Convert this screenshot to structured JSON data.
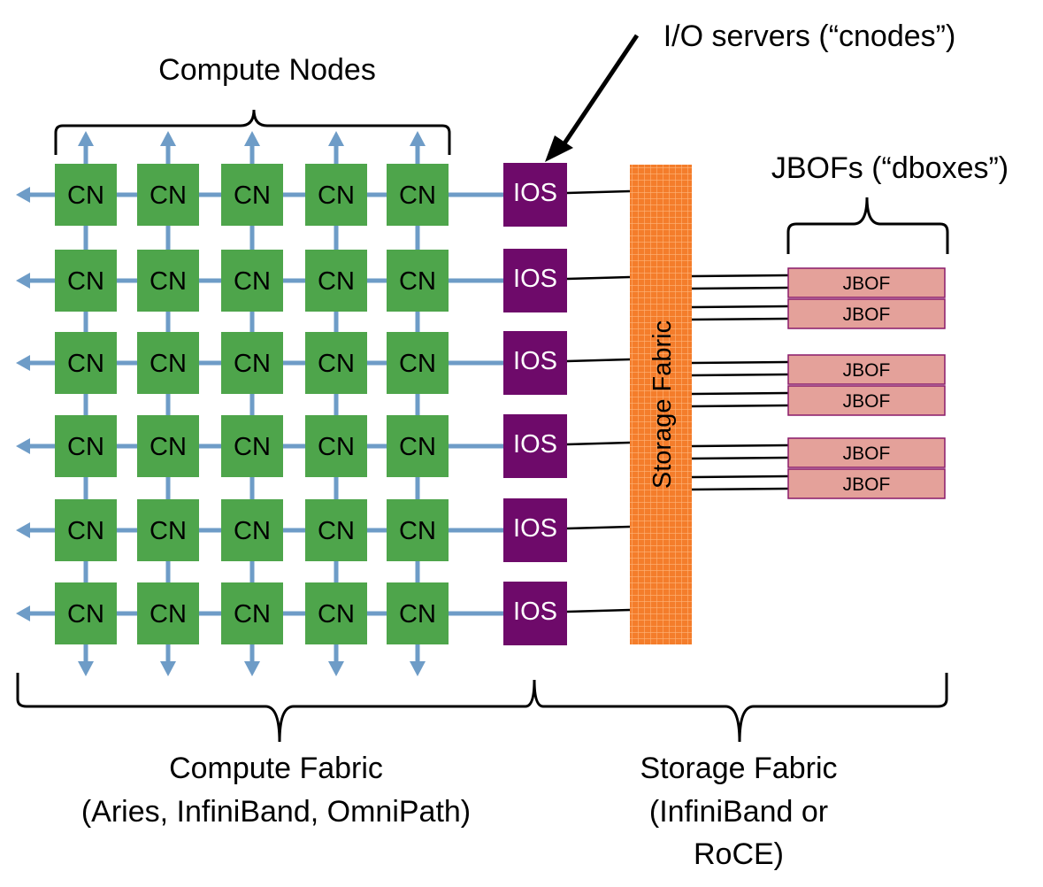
{
  "labels": {
    "compute_nodes": "Compute Nodes",
    "io_servers": "I/O servers (“cnodes”)",
    "jbofs": "JBOFs (“dboxes”)",
    "storage_fabric_vertical": "Storage Fabric",
    "compute_fabric_line1": "Compute Fabric",
    "compute_fabric_line2": "(Aries, InfiniBand, OmniPath)",
    "storage_fabric_line1": "Storage Fabric",
    "storage_fabric_line2": "(InfiniBand or",
    "storage_fabric_line3": "RoCE)"
  },
  "grid": {
    "rows": 6,
    "columns": 5,
    "node_label": "CN"
  },
  "io_servers": {
    "count": 6,
    "label": "IOS"
  },
  "jbofs": {
    "count": 6,
    "label": "JBOF",
    "groups": 3
  },
  "colors": {
    "compute_node": "#4ea54b",
    "io_server": "#6e0a6a",
    "link": "#6e9cc7",
    "storage_fabric": "#f47d2b",
    "storage_fabric_grid": "#ffb47a",
    "jbof": "#e4a19a",
    "jbof_border": "#8a1a6a",
    "line": "#000000"
  }
}
